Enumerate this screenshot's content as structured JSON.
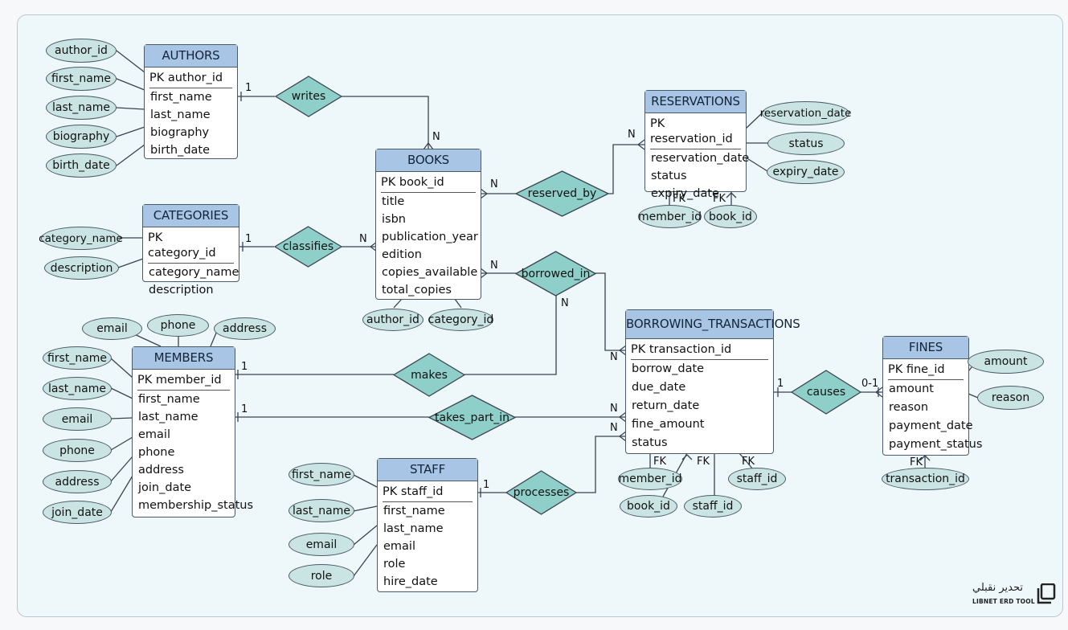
{
  "entities": {
    "authors": {
      "name": "AUTHORS",
      "pk": "PK author_id",
      "attrs": [
        "first_name",
        "last_name",
        "biography",
        "birth_date"
      ]
    },
    "categories": {
      "name": "CATEGORIES",
      "pk": "PK category_id",
      "attrs": [
        "category_name",
        "description"
      ]
    },
    "books": {
      "name": "BOOKS",
      "pk": "PK book_id",
      "attrs": [
        "title",
        "isbn",
        "publication_year",
        "edition",
        "copies_available",
        "total_copies"
      ]
    },
    "reservations": {
      "name": "RESERVATIONS",
      "pk": "PK reservation_id",
      "attrs": [
        "reservation_date",
        "status",
        "expiry_date"
      ]
    },
    "members": {
      "name": "MEMBERS",
      "pk": "PK member_id",
      "attrs": [
        "first_name",
        "last_name",
        "email",
        "phone",
        "address",
        "join_date",
        "membership_status"
      ]
    },
    "borrowing": {
      "name": "BORROWING_TRANSACTIONS",
      "pk": "PK transaction_id",
      "attrs": [
        "borrow_date",
        "due_date",
        "return_date",
        "fine_amount",
        "status"
      ]
    },
    "fines": {
      "name": "FINES",
      "pk": "PK fine_id",
      "attrs": [
        "amount",
        "reason",
        "payment_date",
        "payment_status"
      ]
    },
    "staff": {
      "name": "STAFF",
      "pk": "PK staff_id",
      "attrs": [
        "first_name",
        "last_name",
        "email",
        "role",
        "hire_date"
      ]
    }
  },
  "ovals": {
    "a_author_id": "author_id",
    "a_first_name": "first_name",
    "a_last_name": "last_name",
    "a_biography": "biography",
    "a_birth_date": "birth_date",
    "c_category_name": "category_name",
    "c_description": "description",
    "b_author_id": "author_id",
    "b_category_id": "category_id",
    "r_reservation_date": "reservation_date",
    "r_status": "status",
    "r_expiry_date": "expiry_date",
    "r_member_id": "member_id",
    "r_book_id": "book_id",
    "m_email": "email",
    "m_phone": "phone",
    "m_address": "address",
    "m_first_name": "first_name",
    "m_last_name": "last_name",
    "m_email2": "email",
    "m_phone2": "phone",
    "m_address2": "address",
    "m_join_date": "join_date",
    "s_first_name": "first_name",
    "s_last_name": "last_name",
    "s_email": "email",
    "s_role": "role",
    "t_member_id": "member_id",
    "t_book_id": "book_id",
    "t_staff_id": "staff_id",
    "t_staff_id2": "staff_id",
    "f_amount": "amount",
    "f_reason": "reason",
    "f_transaction_id": "transaction_id"
  },
  "relationships": {
    "writes": "writes",
    "classifies": "classifies",
    "reserved_by": "reserved_by",
    "borrowed_in": "borrowed_in",
    "makes": "makes",
    "takes_part_in": "takes_part_in",
    "processes": "processes",
    "causes": "causes"
  },
  "cardinalities": {
    "writes_1": "1",
    "writes_n": "N",
    "classifies_1": "1",
    "classifies_n": "N",
    "reserved_n1": "N",
    "reserved_n2": "N",
    "borrowed_n1": "N",
    "borrowed_n2": "N",
    "borrowed_n3": "N",
    "makes_1": "1",
    "takes_1": "1",
    "takes_n": "N",
    "processes_1": "1",
    "processes_n": "N",
    "causes_1": "1",
    "causes_01": "0-1",
    "fk_r1": "FK",
    "fk_r2": "FK",
    "fk_t1": "FK",
    "fk_t2": "FK",
    "fk_t3": "FK",
    "fk_f": "FK"
  },
  "branding": {
    "arabic_label": "تحدير نقبلي",
    "tool_name": "LIBNET ERD TOOL"
  },
  "colors": {
    "entity_header": "#a9c5e6",
    "attribute_fill": "#c9e4e3",
    "relationship_fill": "#8fcfc9",
    "line": "#3a4450"
  }
}
